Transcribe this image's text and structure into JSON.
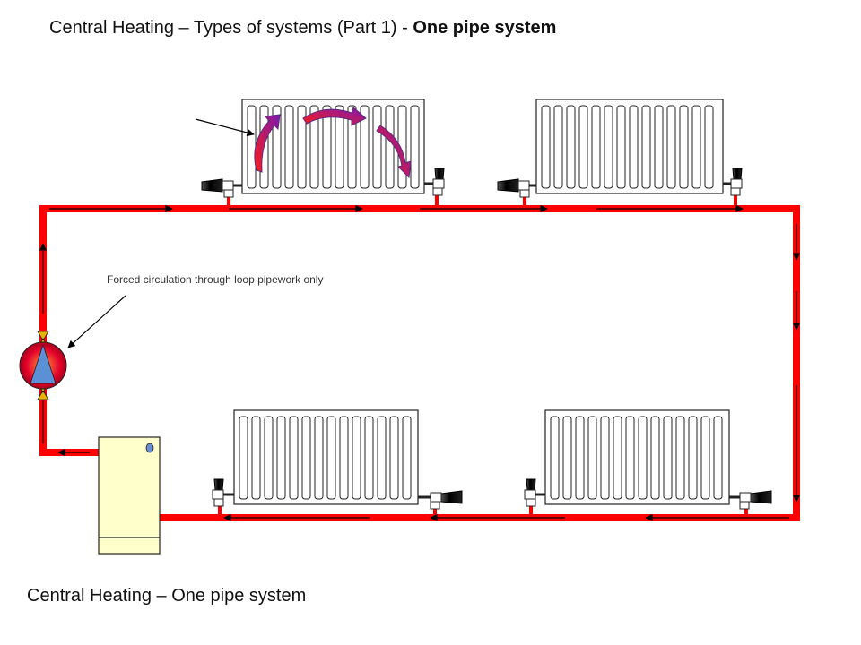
{
  "title": {
    "main": "Central Heating – Types of systems (Part 1) - ",
    "emphasis": "One pipe system"
  },
  "footer_title": "Central Heating – One pipe system",
  "annotation": "Forced circulation through loop pipework only",
  "colors": {
    "pipe": "#ff0000",
    "flow_arrow": "#000000",
    "boiler": "#ffffcc",
    "pump_body": "#e4002b",
    "pump_arrow": "#5b8fd6",
    "valve": "#e8b400",
    "circulation_arrow": "#b02080"
  },
  "icons": [
    "radiator-icon",
    "boiler-icon",
    "pump-icon",
    "thermostatic-valve-icon",
    "lockshield-valve-icon"
  ]
}
